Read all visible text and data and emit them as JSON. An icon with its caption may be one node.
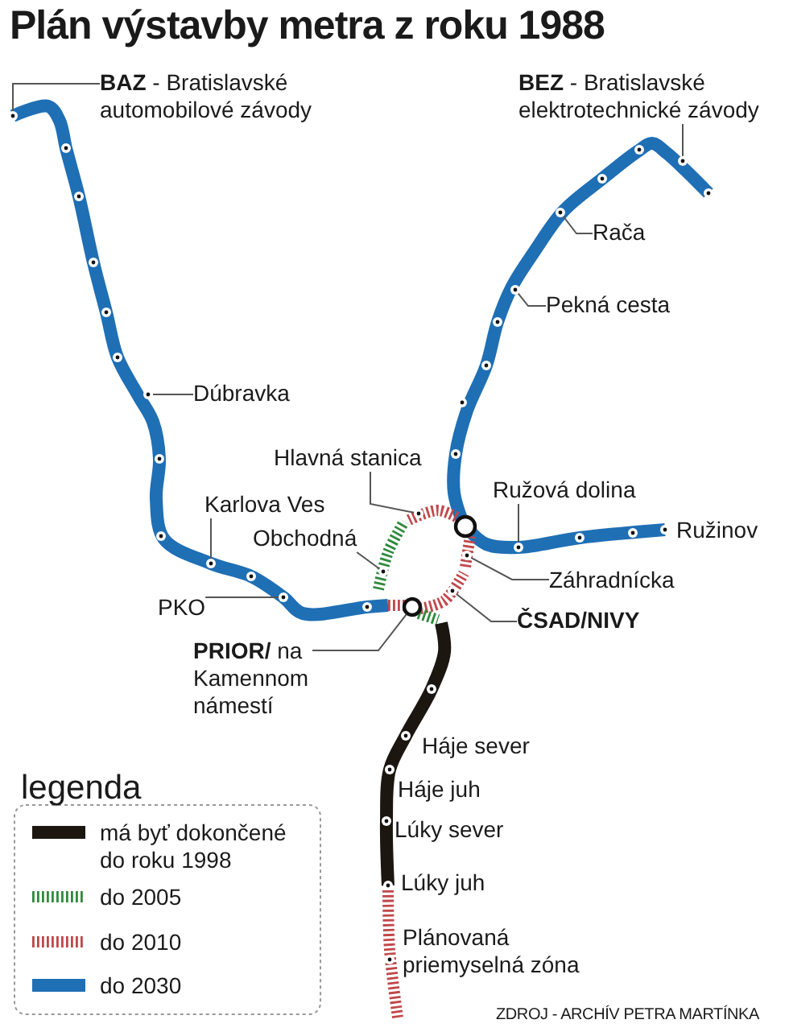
{
  "diagram": {
    "title": "Plán výstavby metra z roku 1988",
    "caption": "ZDROJ - ARCHÍV PETRA MARTÍNKA",
    "nodes": [
      {
        "text": [
          "**BAZ** - Bratislavské automobilové závody"
        ]
      },
      {
        "text": [
          "**BEZ** - Bratislavské elektrotechnické závody"
        ]
      },
      {
        "text": [
          "Rača"
        ]
      },
      {
        "text": [
          "Pekná cesta"
        ]
      },
      {
        "text": [
          "Dúbravka"
        ]
      },
      {
        "text": [
          "Hlavná stanica"
        ]
      },
      {
        "text": [
          "Karlova Ves"
        ]
      },
      {
        "text": [
          "Obchodná"
        ]
      },
      {
        "text": [
          "Ružová dolina"
        ]
      },
      {
        "text": [
          "Záhradnícka"
        ]
      },
      {
        "text": [
          "ČSAD/NIVY"
        ]
      },
      {
        "text": [
          "PKO"
        ]
      },
      {
        "text": [
          "**PRIOR/** na Kamennom námestí"
        ]
      },
      {
        "text": [],
        "shape": "circle"
      },
      {
        "text": [],
        "shape": "circle"
      },
      {
        "text": [],
        "shape": "circle"
      },
      {
        "text": [],
        "shape": "circle"
      },
      {
        "text": [],
        "shape": "circle"
      },
      {
        "text": [],
        "shape": "circle"
      },
      {
        "text": [],
        "shape": "circle"
      },
      {
        "text": [],
        "shape": "circle"
      },
      {
        "text": [],
        "shape": "circle"
      },
      {
        "text": [],
        "shape": "circle"
      },
      {
        "text": [],
        "shape": "circle"
      },
      {
        "text": [],
        "shape": "circle"
      },
      {
        "text": [],
        "shape": "circle"
      }
    ],
    "edges": [
      {
        "from": 0,
        "to": 13,
        "arrow": "none"
      },
      {
        "from": 1,
        "to": 14,
        "arrow": "none"
      },
      {
        "from": 2,
        "to": 15,
        "arrow": "none"
      },
      {
        "from": 3,
        "to": 16,
        "arrow": "none"
      },
      {
        "from": 4,
        "to": 17,
        "arrow": "none"
      },
      {
        "from": 5,
        "to": 18,
        "arrow": "none"
      },
      {
        "from": 6,
        "to": 19,
        "arrow": "none"
      },
      {
        "from": 7,
        "to": 20,
        "arrow": "none"
      },
      {
        "from": 8,
        "to": 21,
        "arrow": "none"
      },
      {
        "from": 9,
        "to": 22,
        "arrow": "none"
      },
      {
        "from": 10,
        "to": 23,
        "arrow": "none"
      },
      {
        "from": 11,
        "to": 24,
        "arrow": "none"
      },
      {
        "from": 12,
        "to": 25,
        "arrow": "none"
      }
    ],
    "labels": [
      "Ružinov",
      "Háje sever",
      "Háje juh",
      "Lúky sever",
      "Lúky juh",
      "Plánovaná priemyselná zóna",
      "legenda"
    ],
    "legend": [
      {
        "text": "má byť dokončené do roku 1998",
        "color": "#1c1611"
      },
      {
        "text": "do 2005",
        "color": "#2f8a3c"
      },
      {
        "text": "do 2010",
        "color": "#c0474a"
      },
      {
        "text": "do 2030",
        "color": "#1f6fb5"
      }
    ]
  }
}
